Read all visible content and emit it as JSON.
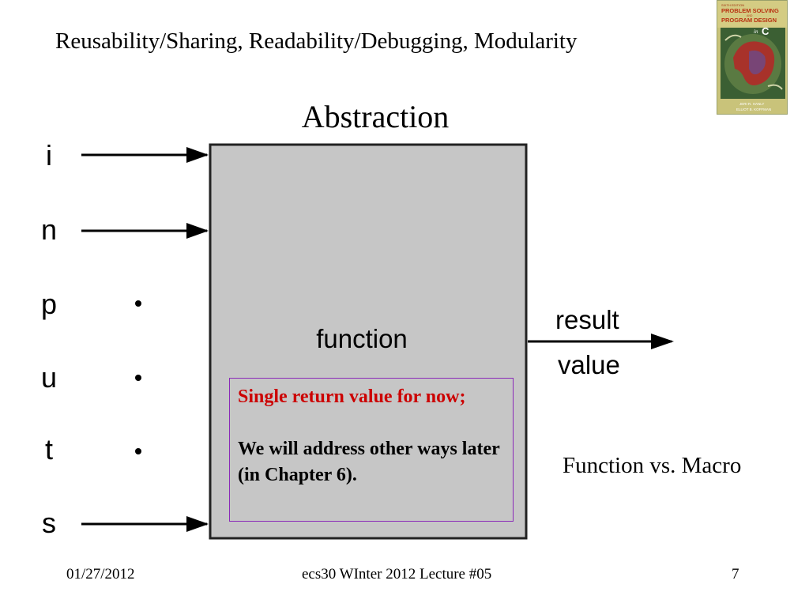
{
  "header": {
    "topics": "Reusability/Sharing, Readability/Debugging, Modularity"
  },
  "slide": {
    "title": "Abstraction"
  },
  "book_cover": {
    "edition": "SIXTH EDITION",
    "title_line1": "PROBLEM SOLVING",
    "title_and": "AND",
    "title_line2": "PROGRAM DESIGN",
    "title_in": "in",
    "title_lang": "C",
    "author1": "JERI R. HANLY",
    "author2": "ELLIOT B. KOFFMAN"
  },
  "diagram": {
    "input_letters": [
      "i",
      "n",
      "p",
      "u",
      "t",
      "s"
    ],
    "function_label": "function",
    "result_label_line1": "result",
    "result_label_line2": "value"
  },
  "note": {
    "red_text": "Single return value for now;",
    "black_text": "We will address other ways later (in Chapter 6)."
  },
  "side_note": "Function vs. Macro",
  "footer": {
    "date": "01/27/2012",
    "course": "ecs30 WInter 2012 Lecture #05",
    "page": "7"
  },
  "colors": {
    "function_box_fill": "#c6c6c6",
    "note_border": "#8a2ab8",
    "note_highlight": "#cc0000"
  }
}
